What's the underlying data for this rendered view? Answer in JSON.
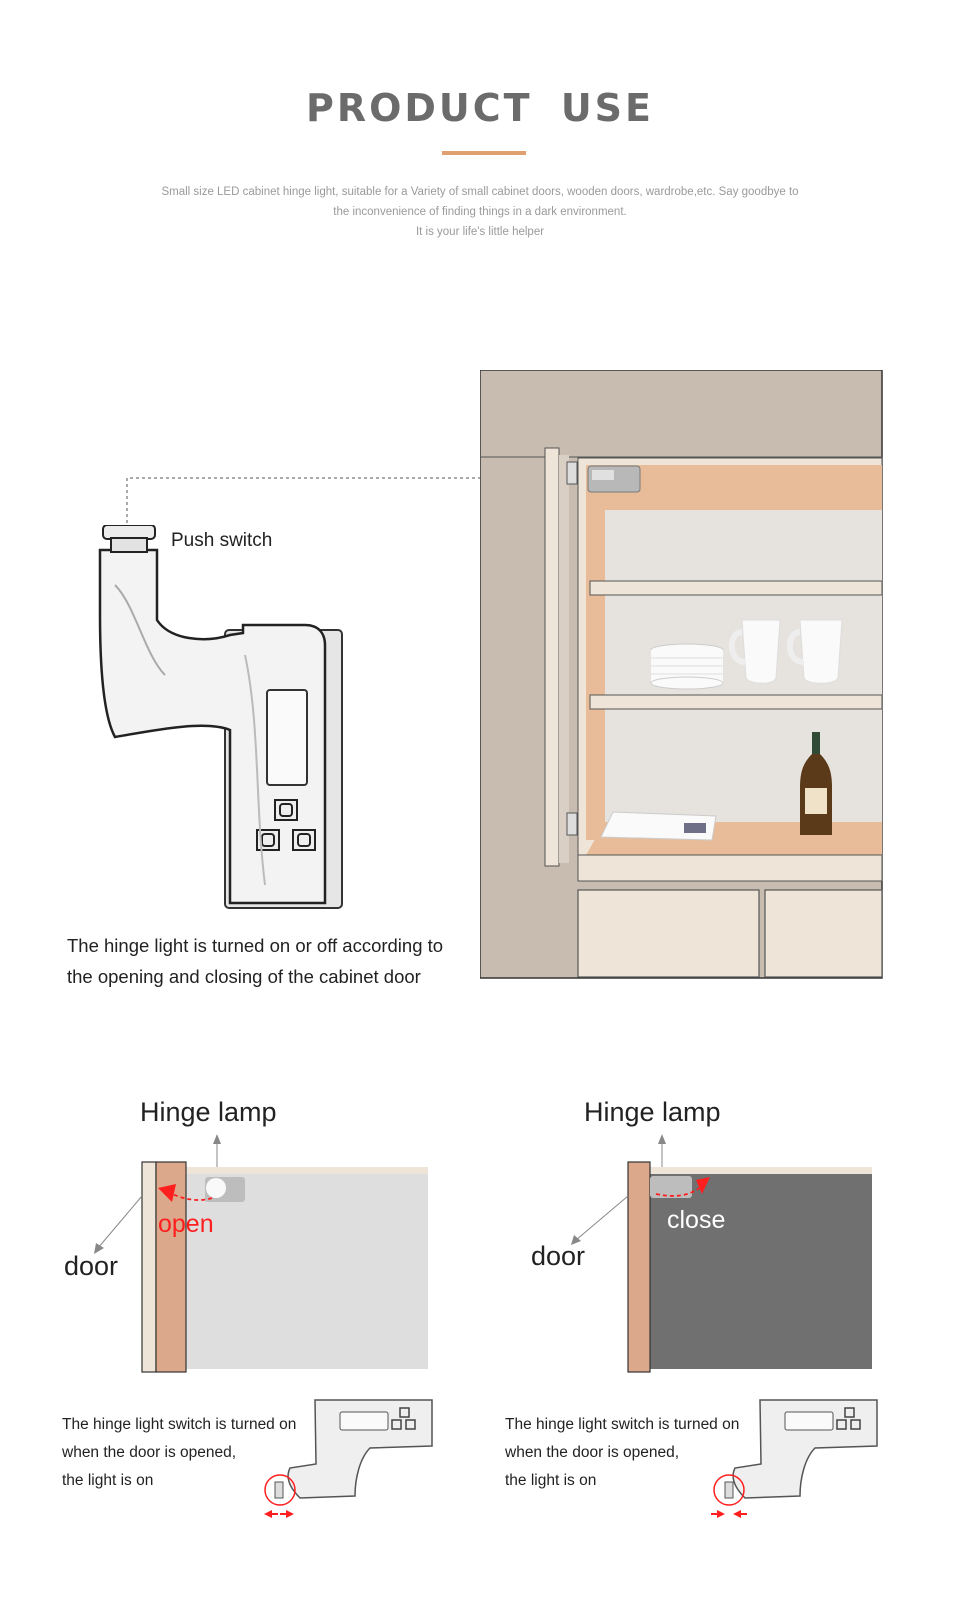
{
  "header": {
    "title": "PRODUCT  USE",
    "intro_lines": [
      "Small size LED cabinet hinge light, suitable for a Variety of small cabinet doors, wooden doors, wardrobe,etc. Say goodbye to",
      "the inconvenience of finding things in a dark environment.",
      "It is your life's little helper"
    ]
  },
  "section1": {
    "push_switch_label": "Push switch",
    "caption_lines": [
      "The hinge light is turned on or off according to",
      "the opening and closing of the cabinet door"
    ]
  },
  "panel_open": {
    "hinge_label": "Hinge lamp",
    "door_label": "door",
    "state_label": "open",
    "caption_lines": [
      "The hinge light switch is turned on",
      "when the door is opened,",
      "the light is on"
    ]
  },
  "panel_close": {
    "hinge_label": "Hinge lamp",
    "door_label": "door",
    "state_label": "close",
    "caption_lines": [
      "The hinge light switch is turned on",
      "when the door is opened,",
      "the light is on"
    ]
  },
  "colors": {
    "title_accent": "#e0a070",
    "cabinet_wall": "#c8bcb1",
    "cabinet_wood": "#e8bc98",
    "open_arrow": "#ff1f1f",
    "closed_interior": "#707070",
    "open_interior": "#dedede"
  },
  "icons": [
    "hinge-lamp-icon",
    "push-switch-icon",
    "wine-bottle-icon",
    "cup-icon",
    "plate-stack-icon"
  ]
}
